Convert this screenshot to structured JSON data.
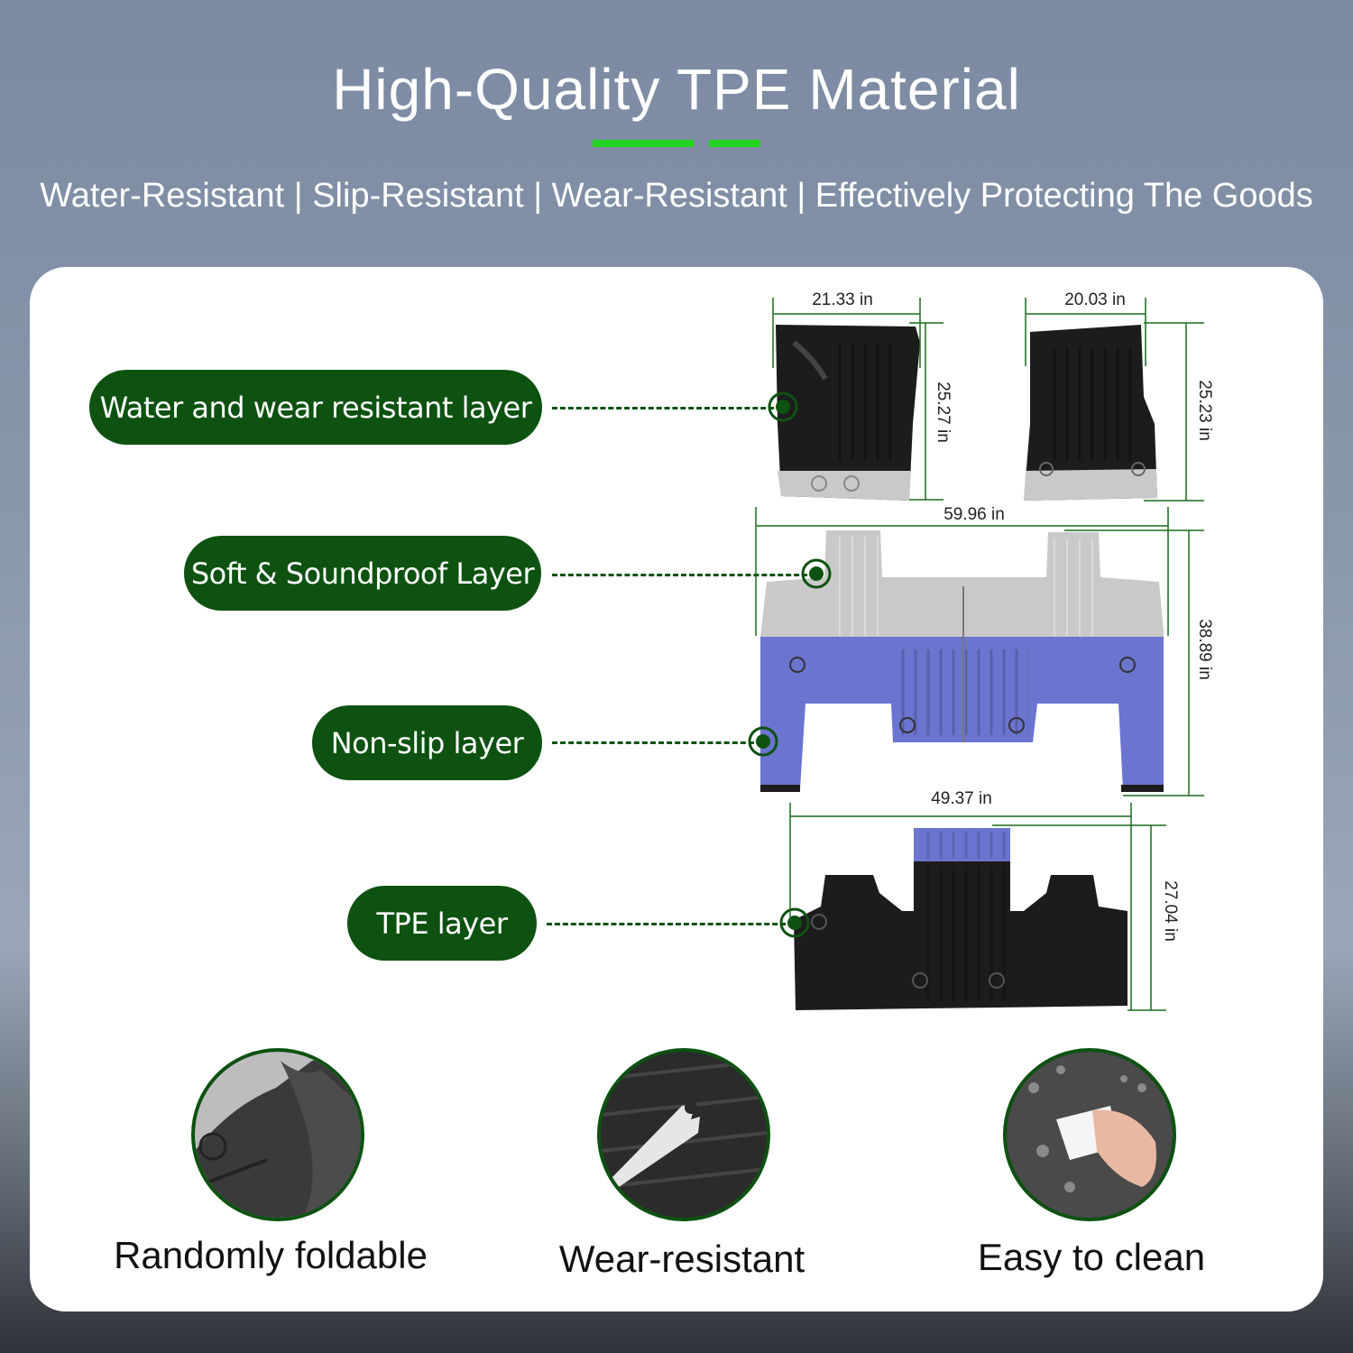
{
  "header": {
    "title": "High-Quality TPE Material",
    "subtitle": "Water-Resistant | Slip-Resistant | Wear-Resistant | Effectively Protecting The Goods"
  },
  "layers": [
    {
      "label": "Water and wear resistant layer"
    },
    {
      "label": "Soft & Soundproof Layer"
    },
    {
      "label": "Non-slip layer"
    },
    {
      "label": "TPE layer"
    }
  ],
  "dimensions": {
    "front_left_width": "21.33 in",
    "front_left_height": "25.27 in",
    "front_right_width": "20.03 in",
    "front_right_height": "25.23 in",
    "second_row_width": "59.96 in",
    "second_row_height": "38.89 in",
    "third_row_width": "49.37 in",
    "third_row_height": "27.04 in"
  },
  "features": [
    {
      "label": "Randomly foldable",
      "icon": "folded-mat-icon"
    },
    {
      "label": "Wear-resistant",
      "icon": "scratch-tool-icon"
    },
    {
      "label": "Easy to clean",
      "icon": "wipe-clean-icon"
    }
  ],
  "colors": {
    "accent_green": "#0d5210",
    "dash_green": "#22d31f",
    "non_slip_blue": "#6b74cf",
    "soundproof_gray": "#c9c9c9",
    "tpe_black": "#1c1c1c"
  }
}
